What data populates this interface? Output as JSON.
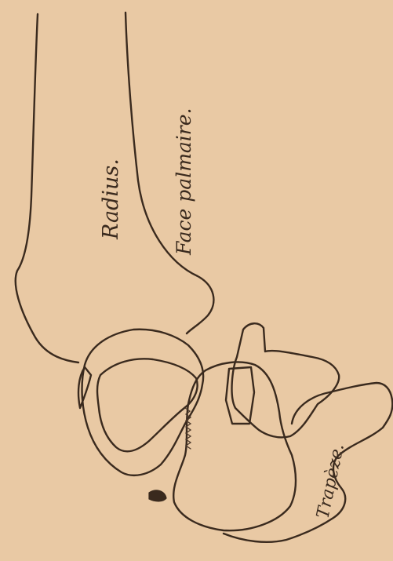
{
  "labels": {
    "radius": "Radius.",
    "face": "Face palmaire.",
    "trapeze": "Trapèze."
  },
  "colors": {
    "paper": "#e9c9a4",
    "ink": "#3a2a1e"
  }
}
